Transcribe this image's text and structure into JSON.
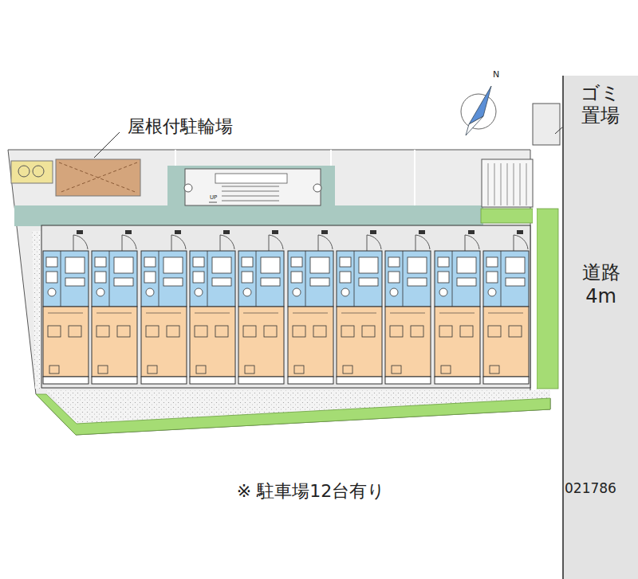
{
  "diagram": {
    "caption": "※ 駐車場12台有り",
    "nodes": [
      {
        "text": [
          "道路 4m"
        ]
      }
    ],
    "labels": [
      "屋根付駐輪場",
      "ゴミ 置場",
      "N",
      "UP",
      "021786"
    ]
  }
}
